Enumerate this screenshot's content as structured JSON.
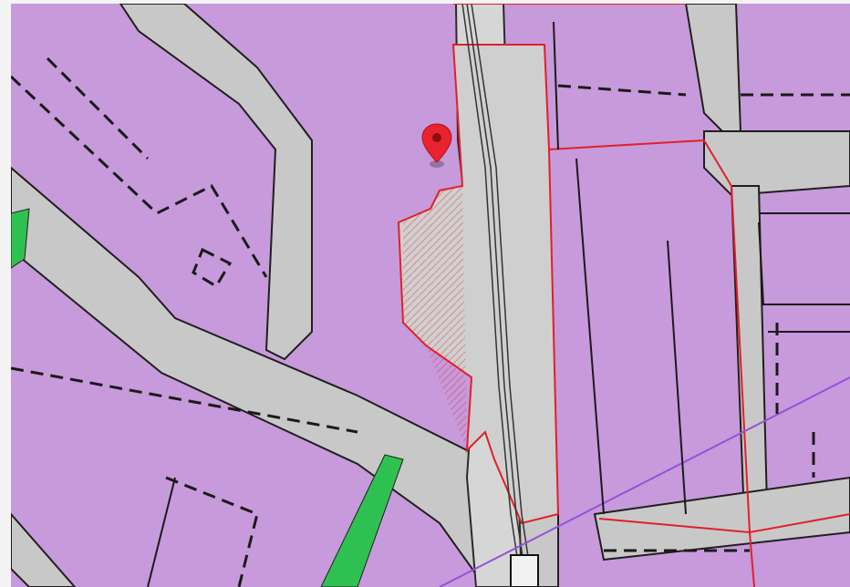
{
  "map": {
    "layers": [
      {
        "name": "building-parcels",
        "fill": "#c79adb"
      },
      {
        "name": "roads",
        "fill": "#c8c8c8"
      },
      {
        "name": "green-strips",
        "fill": "#2fc052"
      },
      {
        "name": "hatched-boundary",
        "stroke": "#e0202a"
      },
      {
        "name": "admin-line",
        "stroke": "#9a4fd8"
      },
      {
        "name": "dashed-lot-lines",
        "stroke": "#1a1a1a"
      }
    ],
    "marker": {
      "icon": "map-pin-icon",
      "color": "#e8232e"
    }
  }
}
